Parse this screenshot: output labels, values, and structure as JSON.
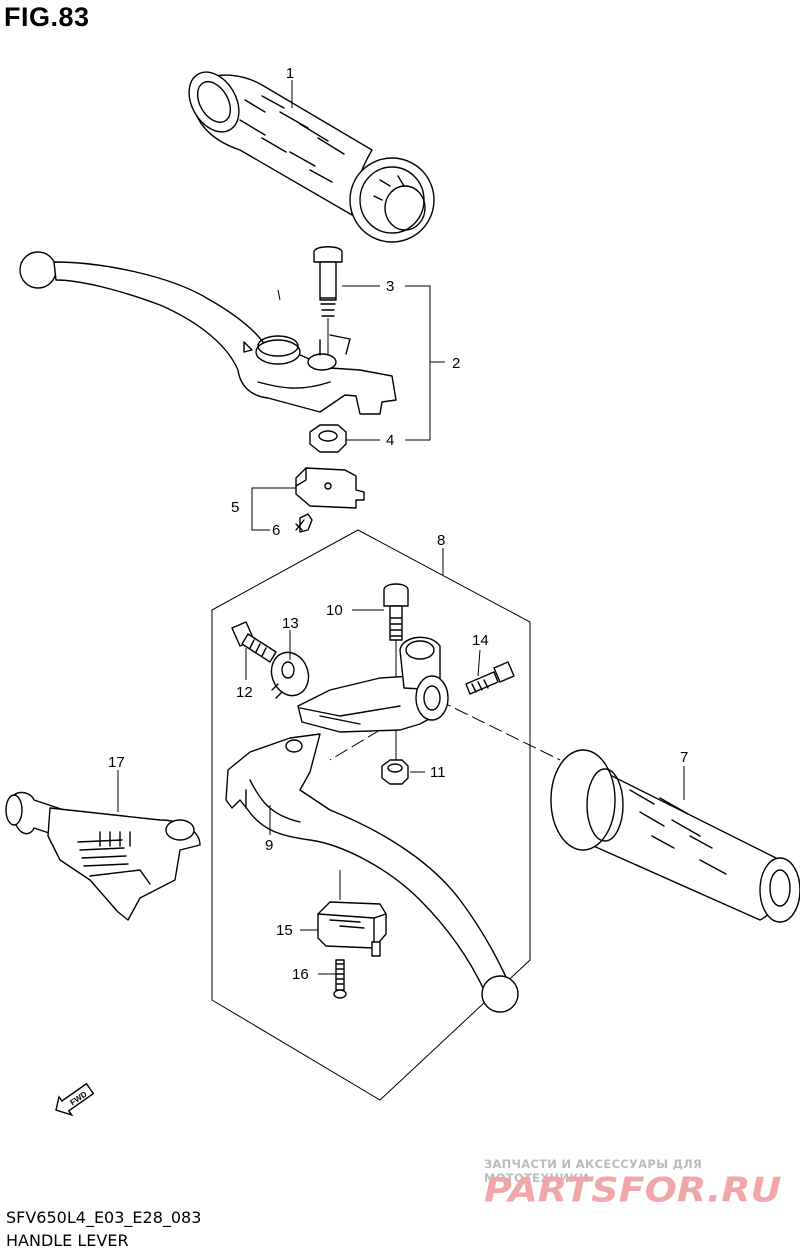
{
  "figure": {
    "title": "FIG.83"
  },
  "footer": {
    "model_code": "SFV650L4_E03_E28_083",
    "section_name": "HANDLE LEVER"
  },
  "watermark": {
    "subtitle": "ЗАПЧАСТИ И АКСЕССУАРЫ ДЛЯ МОТОТЕХНИКИ",
    "brand": "PARTSFOR.RU",
    "color": "#f1a7a9"
  },
  "direction_badge": {
    "label": "FWD"
  },
  "callouts": [
    {
      "number": "1"
    },
    {
      "number": "2"
    },
    {
      "number": "3"
    },
    {
      "number": "4"
    },
    {
      "number": "5"
    },
    {
      "number": "6"
    },
    {
      "number": "7"
    },
    {
      "number": "8"
    },
    {
      "number": "9"
    },
    {
      "number": "10"
    },
    {
      "number": "11"
    },
    {
      "number": "12"
    },
    {
      "number": "13"
    },
    {
      "number": "14"
    },
    {
      "number": "15"
    },
    {
      "number": "16"
    },
    {
      "number": "17"
    }
  ]
}
